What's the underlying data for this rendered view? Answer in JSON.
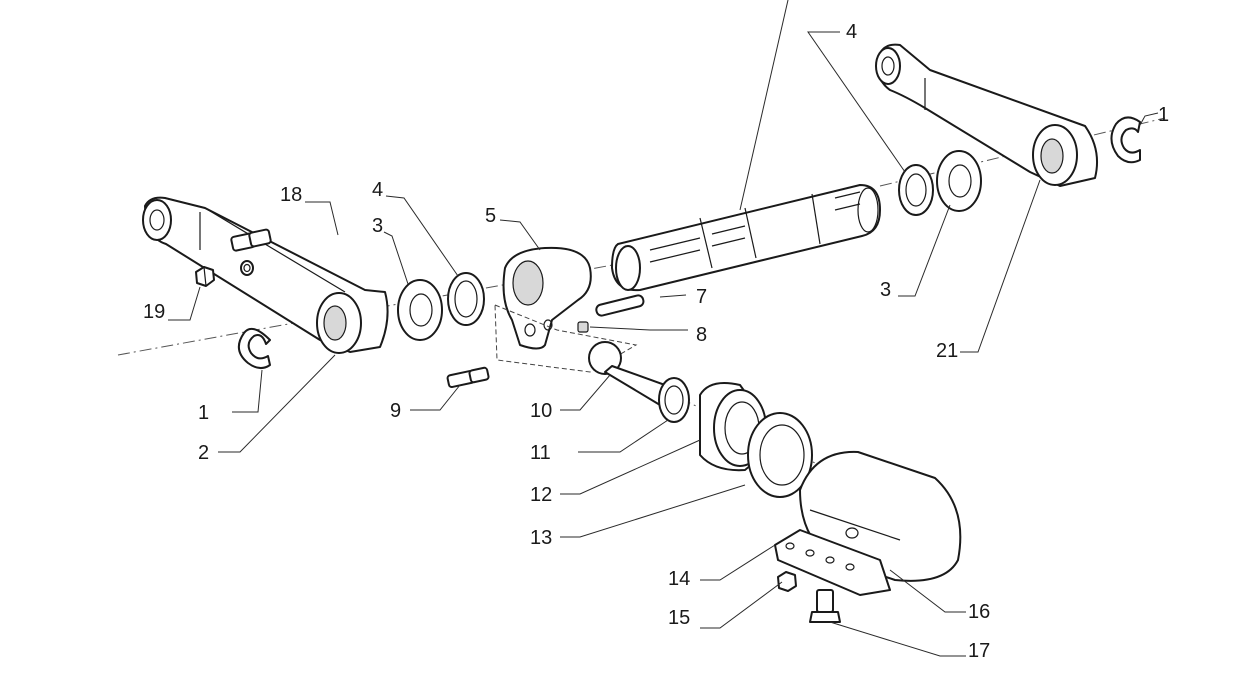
{
  "diagram": {
    "callouts": [
      {
        "id": "c1a",
        "text": "1"
      },
      {
        "id": "c1b",
        "text": "1"
      },
      {
        "id": "c2",
        "text": "2"
      },
      {
        "id": "c3a",
        "text": "3"
      },
      {
        "id": "c3b",
        "text": "3"
      },
      {
        "id": "c4a",
        "text": "4"
      },
      {
        "id": "c4b",
        "text": "4"
      },
      {
        "id": "c5",
        "text": "5"
      },
      {
        "id": "c7",
        "text": "7"
      },
      {
        "id": "c8",
        "text": "8"
      },
      {
        "id": "c9",
        "text": "9"
      },
      {
        "id": "c10",
        "text": "10"
      },
      {
        "id": "c11",
        "text": "11"
      },
      {
        "id": "c12",
        "text": "12"
      },
      {
        "id": "c13",
        "text": "13"
      },
      {
        "id": "c14",
        "text": "14"
      },
      {
        "id": "c15",
        "text": "15"
      },
      {
        "id": "c16",
        "text": "16"
      },
      {
        "id": "c17",
        "text": "17"
      },
      {
        "id": "c18",
        "text": "18"
      },
      {
        "id": "c19",
        "text": "19"
      },
      {
        "id": "c21",
        "text": "21"
      }
    ]
  }
}
